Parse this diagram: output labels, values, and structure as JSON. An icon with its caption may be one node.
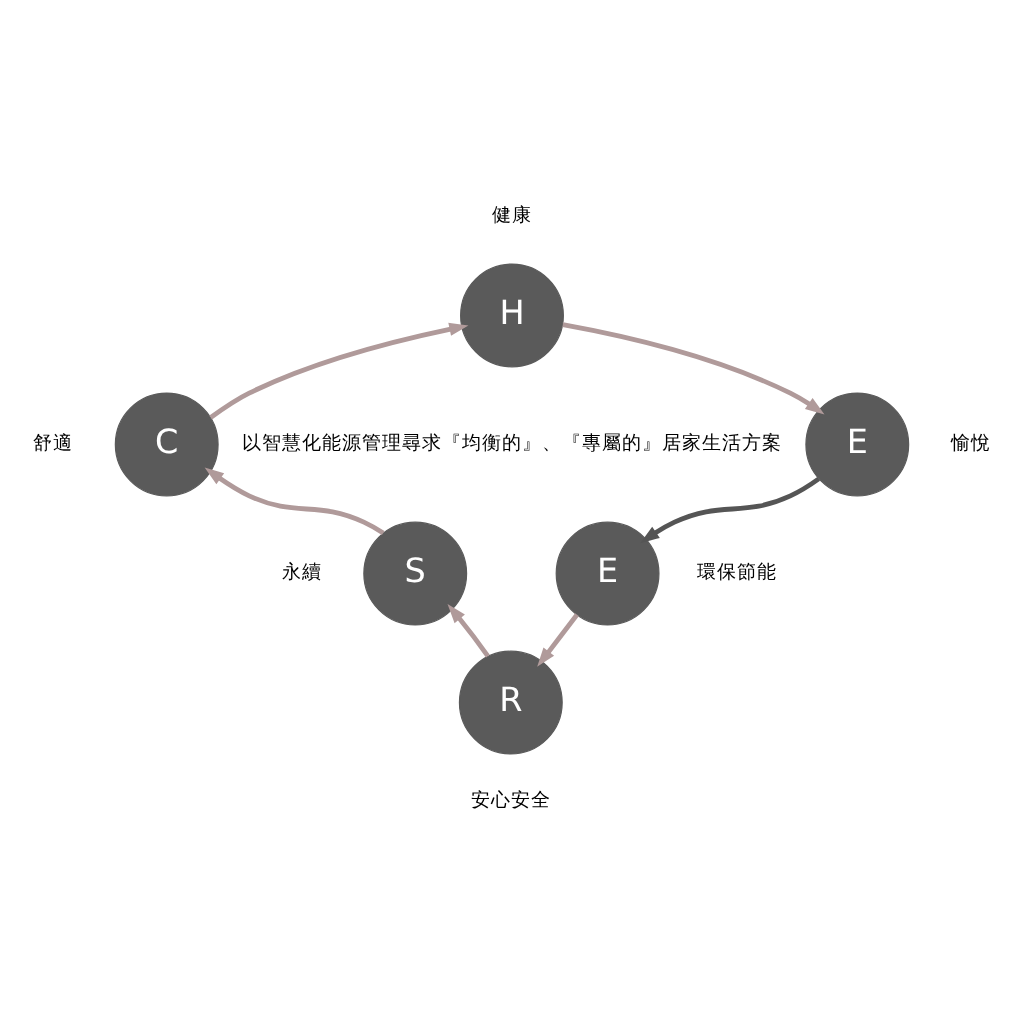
{
  "diagram": {
    "nodes": [
      {
        "text": [
          "H"
        ],
        "beside": [
          "健康"
        ]
      },
      {
        "text": [
          "E"
        ],
        "beside": [
          "愉悅"
        ]
      },
      {
        "text": [
          "E"
        ],
        "beside": [
          "環保節能"
        ]
      },
      {
        "text": [
          "R"
        ],
        "beside": [
          "安心安全"
        ]
      },
      {
        "text": [
          "S"
        ],
        "beside": [
          "永續"
        ]
      },
      {
        "text": [
          "C"
        ],
        "beside": [
          "舒適"
        ]
      }
    ],
    "edges": [
      {
        "from": 5,
        "to": 0,
        "arrow": "to"
      },
      {
        "from": 0,
        "to": 1,
        "arrow": "to"
      },
      {
        "from": 1,
        "to": 2,
        "arrow": "to",
        "color": "#555555"
      },
      {
        "from": 2,
        "to": 3,
        "arrow": "to"
      },
      {
        "from": 3,
        "to": 4,
        "arrow": "to"
      },
      {
        "from": 4,
        "to": 5,
        "arrow": "to"
      }
    ],
    "labels": [
      "以智慧化能源管理尋求『均衡的』、『專屬的』居家生活方案"
    ]
  }
}
